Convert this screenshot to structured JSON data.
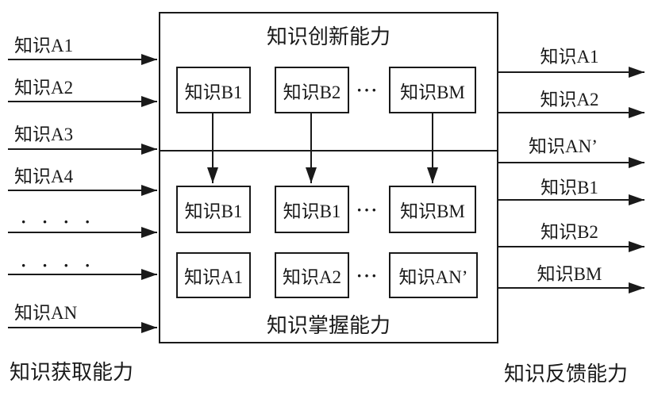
{
  "diagram": {
    "left_inputs": [
      {
        "label": "知识A1"
      },
      {
        "label": "知识A2"
      },
      {
        "label": "知识A3"
      },
      {
        "label": "知识A4"
      },
      {
        "label": "· · · ·"
      },
      {
        "label": "· · · ·"
      },
      {
        "label": "知识AN"
      }
    ],
    "right_outputs": [
      {
        "label": "知识A1"
      },
      {
        "label": "知识A2"
      },
      {
        "label": "知识AN’"
      },
      {
        "label": "知识B1"
      },
      {
        "label": "知识B2"
      },
      {
        "label": "知识BM"
      }
    ],
    "main_box": {
      "top_title": "知识创新能力",
      "bottom_title": "知识掌握能力",
      "ellipsis": "···",
      "top_row": [
        {
          "label": "知识B1"
        },
        {
          "label": "知识B2"
        },
        {
          "label": "知识BM"
        }
      ],
      "middle_row": [
        {
          "label": "知识B1"
        },
        {
          "label": "知识B1"
        },
        {
          "label": "知识BM"
        }
      ],
      "bottom_row": [
        {
          "label": "知识A1"
        },
        {
          "label": "知识A2"
        },
        {
          "label": "知识AN’"
        }
      ]
    },
    "bottom_left_label": "知识获取能力",
    "bottom_right_label": "知识反馈能力",
    "colors": {
      "line": "#1a1a1a",
      "background": "#ffffff"
    }
  }
}
